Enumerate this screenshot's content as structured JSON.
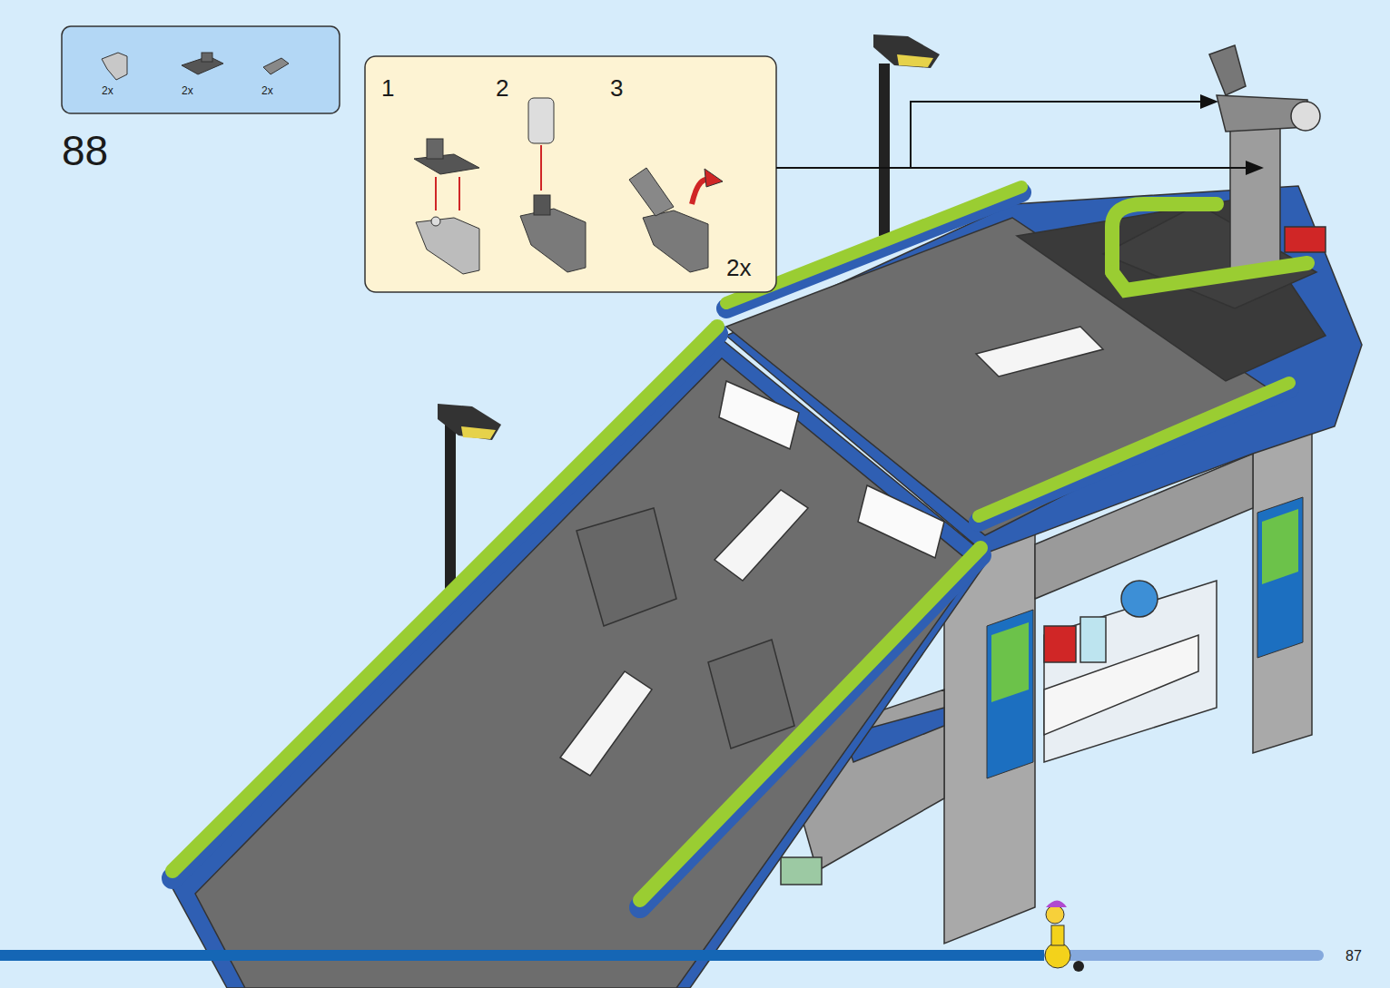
{
  "diagram": {
    "nodes": [
      {
        "text": [
          "2x",
          "2x",
          "2x"
        ]
      },
      {
        "text": [
          "1",
          "2",
          "3",
          "2x"
        ]
      }
    ],
    "labels": [
      "88",
      "87"
    ]
  }
}
